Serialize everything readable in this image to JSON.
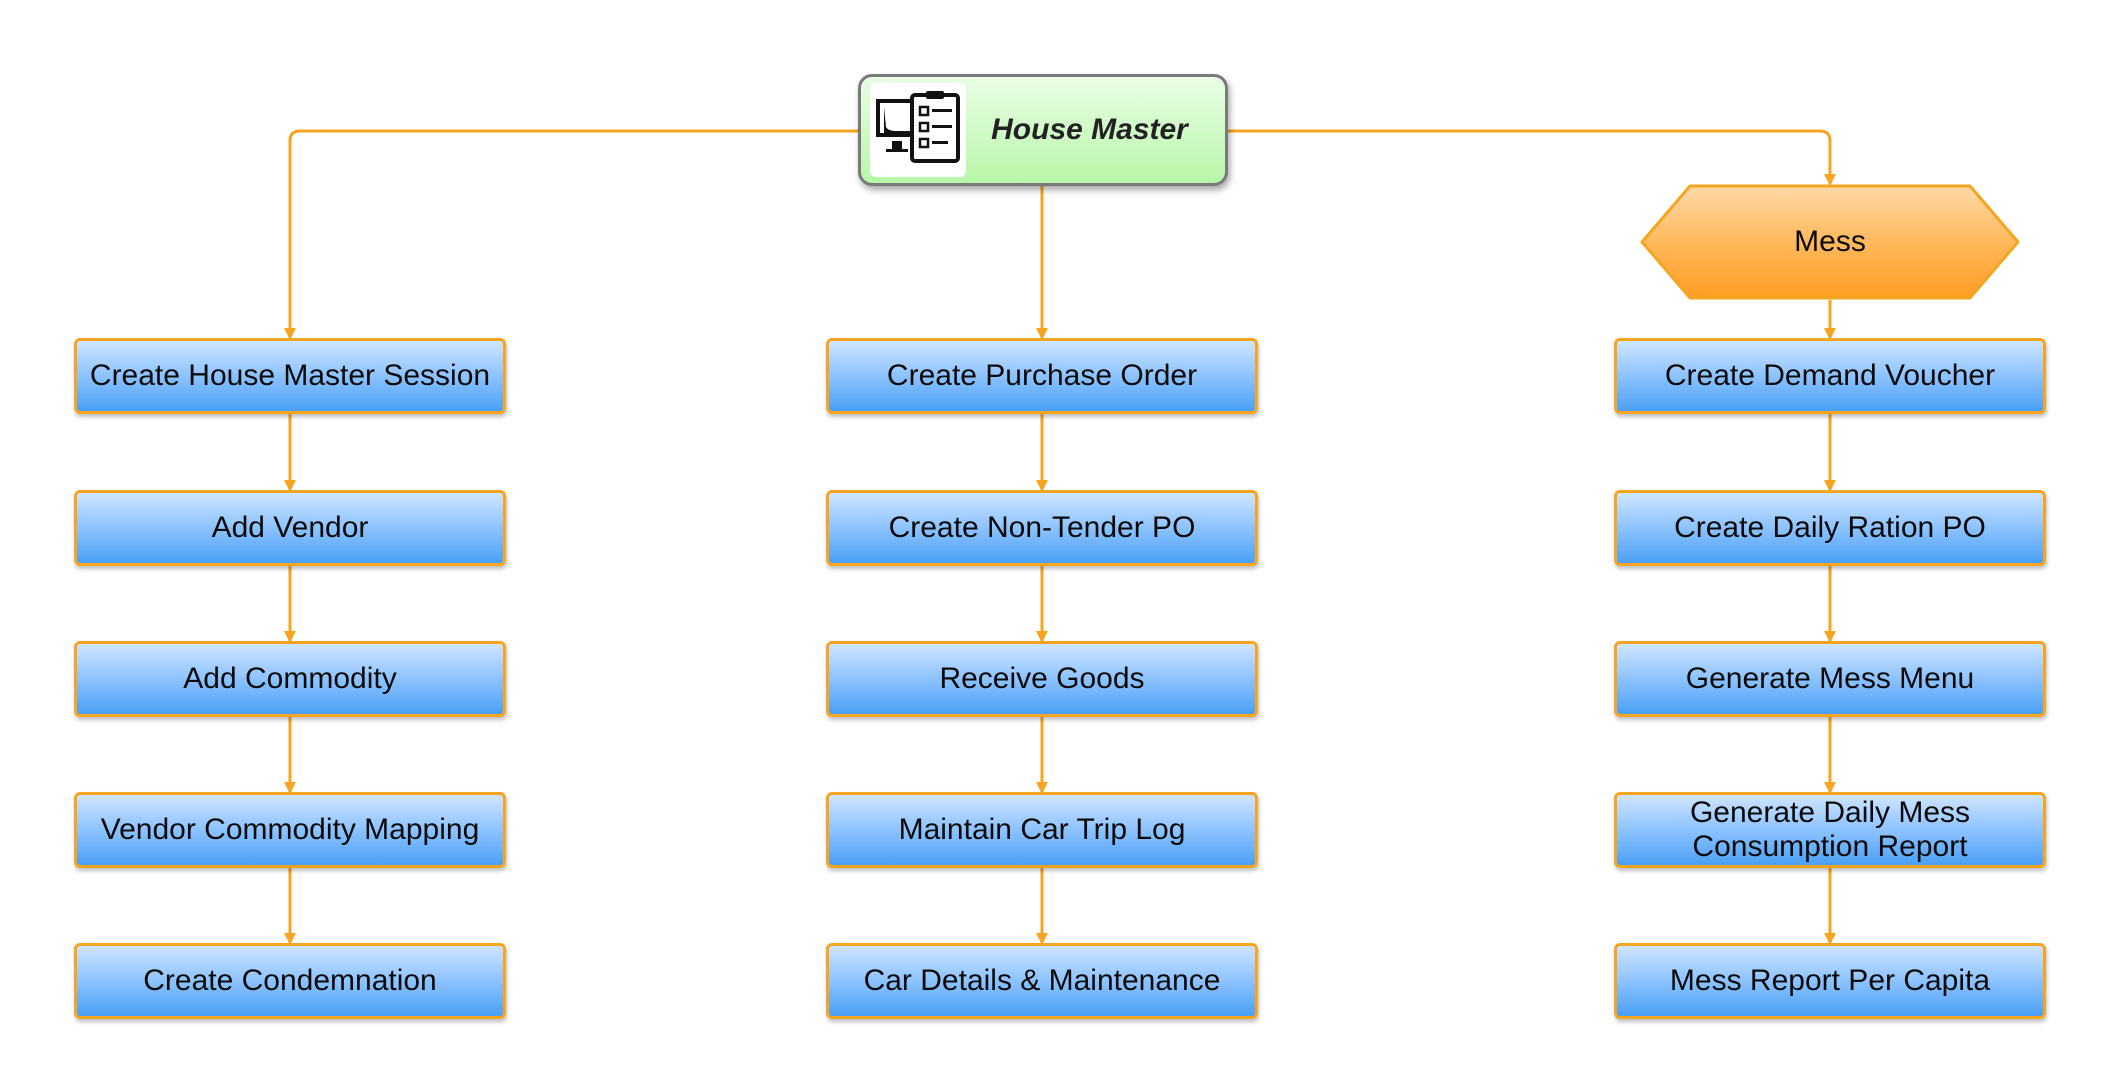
{
  "root": {
    "label": "House Master",
    "icon": "checklist-monitor-icon"
  },
  "mess": {
    "label": "Mess"
  },
  "left_column": [
    "Create House Master Session",
    "Add Vendor",
    "Add Commodity",
    "Vendor Commodity Mapping",
    "Create Condemnation"
  ],
  "middle_column": [
    "Create Purchase Order",
    "Create Non-Tender PO",
    "Receive Goods",
    "Maintain Car Trip Log",
    "Car Details & Maintenance"
  ],
  "right_column": [
    "Create Demand Voucher",
    "Create Daily Ration PO",
    "Generate Mess Menu",
    "Generate Daily Mess\nConsumption Report",
    "Mess Report Per Capita"
  ],
  "colors": {
    "connector": "#f6a520",
    "node_border": "#f6a520",
    "node_fill_top": "#cfe6ff",
    "node_fill_bottom": "#4aa0f5",
    "root_fill": "#b8f7a9",
    "mess_fill": "#ffa233"
  }
}
